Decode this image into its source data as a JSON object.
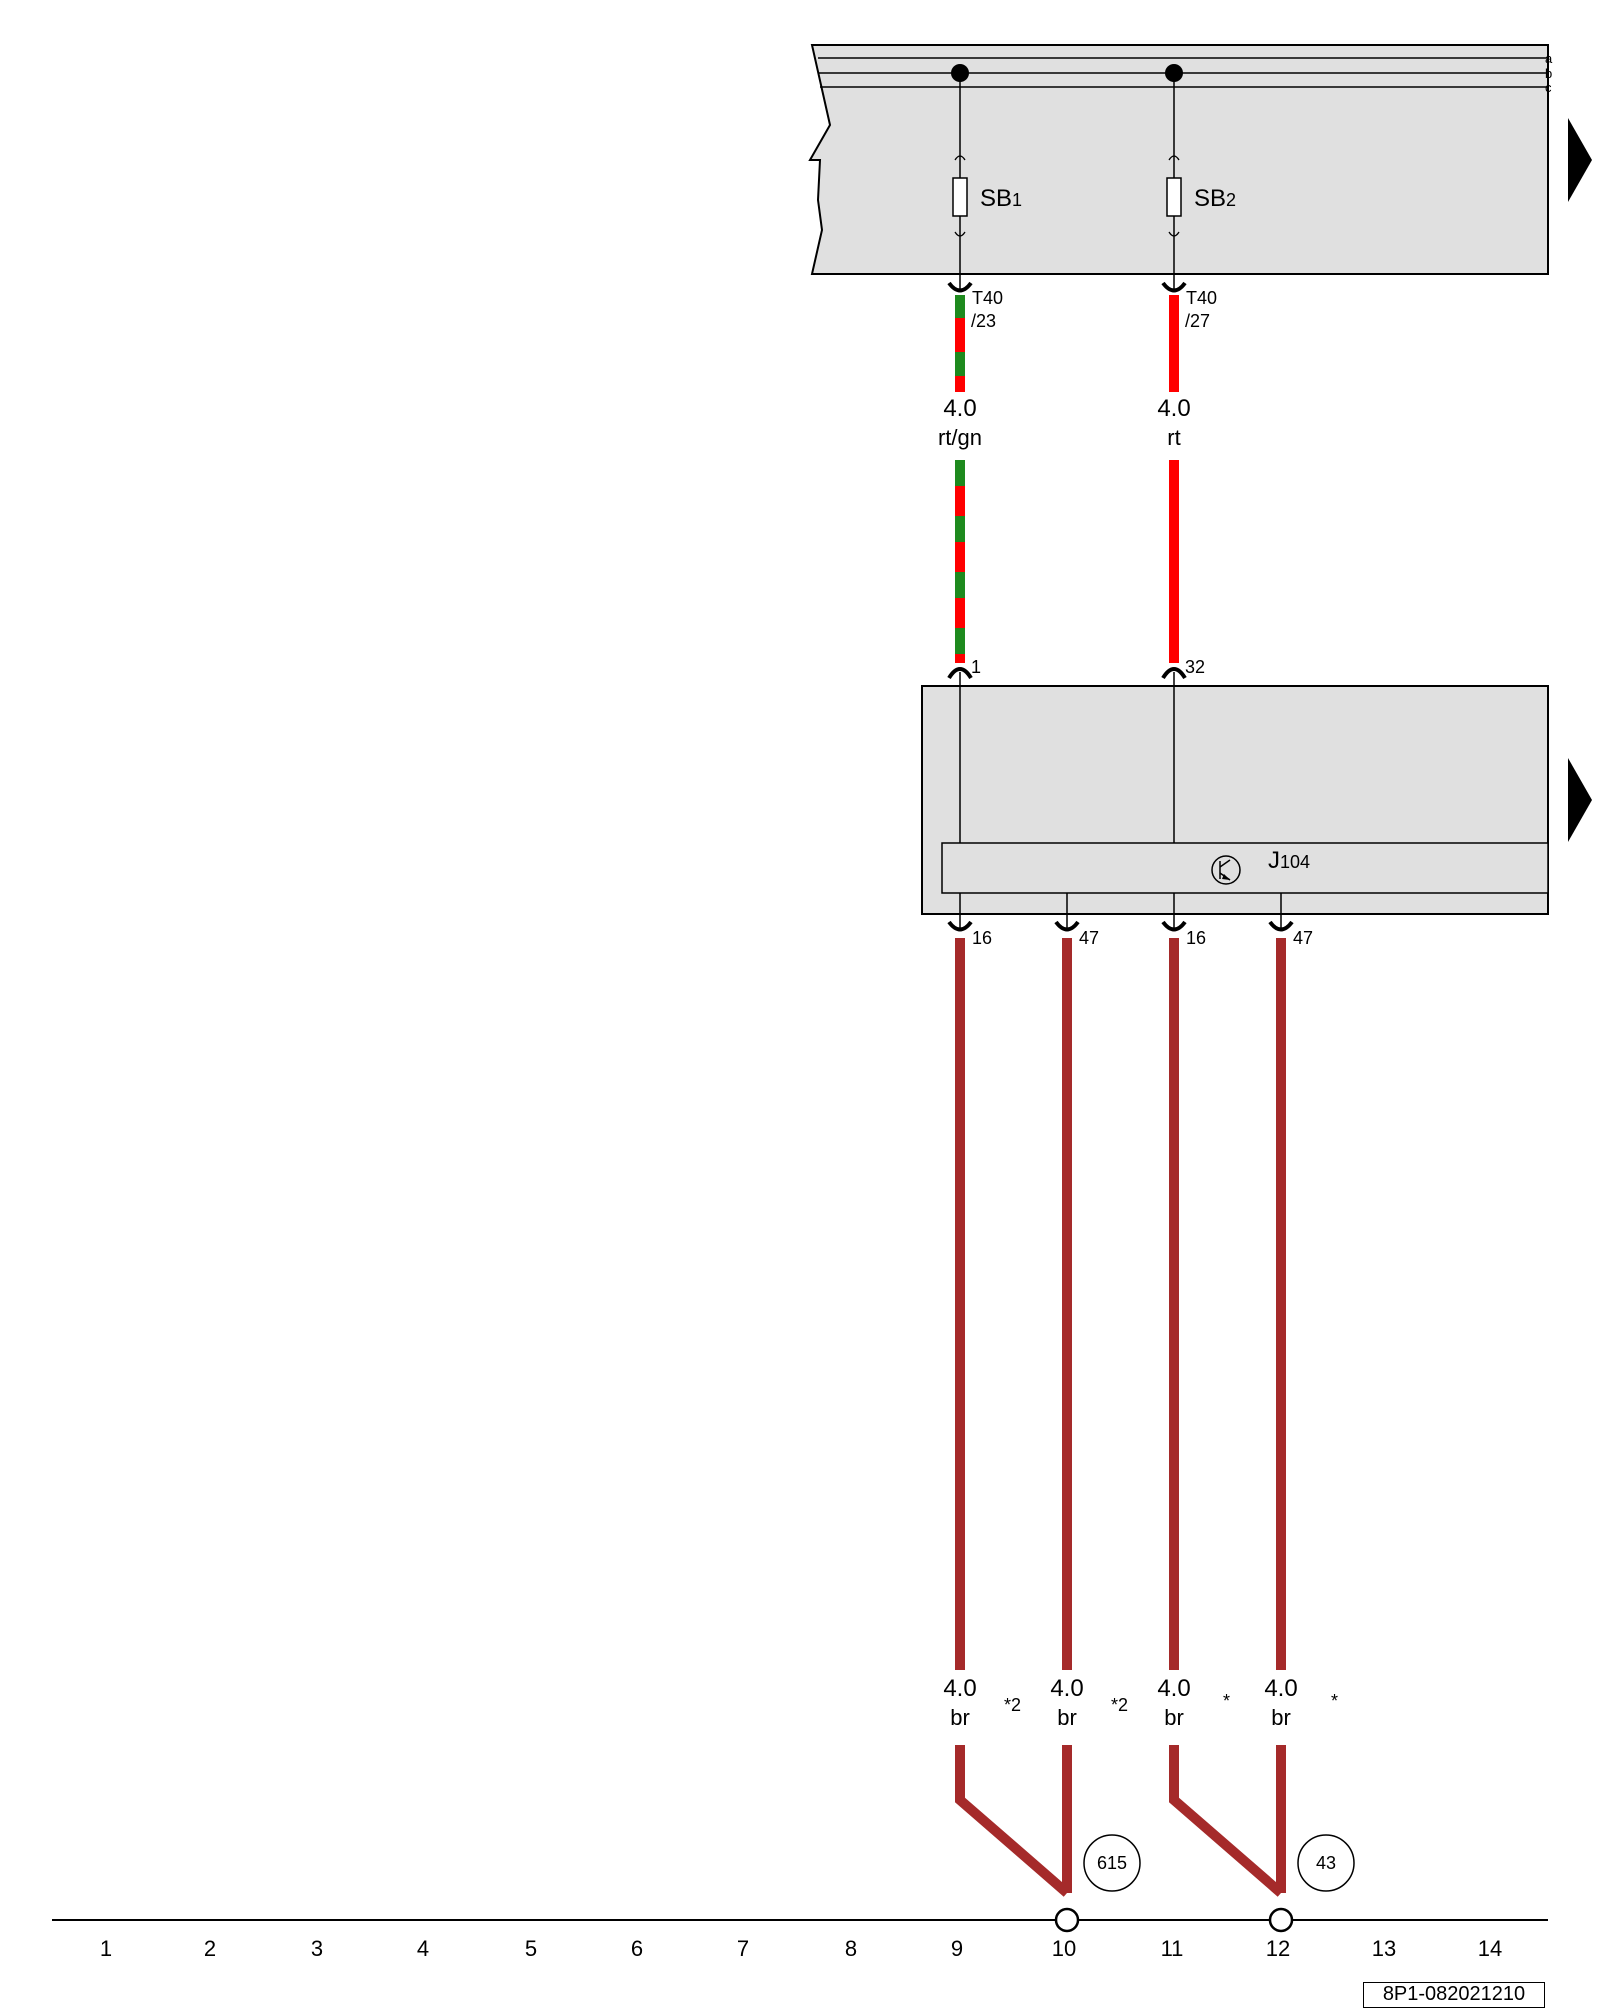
{
  "bus_lines": [
    "a",
    "b",
    "c"
  ],
  "fuses": [
    {
      "letters": "SB",
      "number": "1"
    },
    {
      "letters": "SB",
      "number": "2"
    }
  ],
  "top_connectors": [
    {
      "name": "T40",
      "pin": "/23"
    },
    {
      "name": "T40",
      "pin": "/27"
    }
  ],
  "upper_wires": [
    {
      "size": "4.0",
      "color": "rt/gn",
      "colors_hex": [
        "#ff0000",
        "#1e8a1e"
      ]
    },
    {
      "size": "4.0",
      "color": "rt",
      "colors_hex": [
        "#ff0000"
      ]
    }
  ],
  "module_input_pins": [
    "1",
    "32"
  ],
  "module": {
    "letter": "J",
    "number": "104",
    "symbol": "transistor-icon"
  },
  "module_output_pins": [
    "16",
    "47",
    "16",
    "47"
  ],
  "lower_wires": [
    {
      "size": "4.0",
      "color": "br",
      "note": "*2"
    },
    {
      "size": "4.0",
      "color": "br",
      "note": "*2"
    },
    {
      "size": "4.0",
      "color": "br",
      "note": "*"
    },
    {
      "size": "4.0",
      "color": "br",
      "note": "*"
    }
  ],
  "ground_points": [
    "615",
    "43"
  ],
  "grid_numbers": [
    "1",
    "2",
    "3",
    "4",
    "5",
    "6",
    "7",
    "8",
    "9",
    "10",
    "11",
    "12",
    "13",
    "14"
  ],
  "document_id": "8P1-082021210",
  "colors": {
    "component_fill": "#e0e0e0",
    "wire_red": "#ff0000",
    "wire_green": "#1e8a1e",
    "wire_brown": "#a52a2a"
  }
}
